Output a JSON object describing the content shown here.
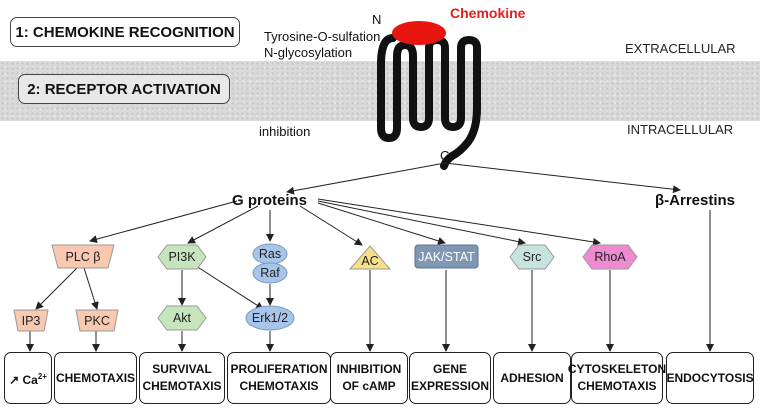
{
  "stages": {
    "recognition": "1: CHEMOKINE RECOGNITION",
    "activation": "2: RECEPTOR ACTIVATION"
  },
  "receptor": {
    "chemokine": "Chemokine",
    "n_terminus": "N",
    "c_terminus": "C",
    "modifications": [
      "Tyrosine-O-sulfation",
      "N-glycosylation"
    ],
    "inhibition": "inhibition"
  },
  "compartments": {
    "extracellular": "EXTRACELLULAR",
    "intracellular": "INTRACELLULAR"
  },
  "transducers": {
    "g_proteins": "G proteins",
    "arrestins": "β-Arrestins"
  },
  "effectors": {
    "plcb": "PLC β",
    "ip3": "IP3",
    "pkc": "PKC",
    "pi3k": "PI3K",
    "akt": "Akt",
    "ras": "Ras",
    "raf": "Raf",
    "erk": "Erk1/2",
    "ac": "AC",
    "jakstat": "JAK/STAT",
    "src": "Src",
    "rhoa": "RhoA"
  },
  "outcomes": {
    "calcium": {
      "arrow": "↗",
      "text": "Ca",
      "sup": "2+"
    },
    "chemotaxis": "CHEMOTAXIS",
    "survival": [
      "SURVIVAL",
      "CHEMOTAXIS"
    ],
    "proliferation": [
      "PROLIFERATION",
      "CHEMOTAXIS"
    ],
    "camp": [
      "INHIBITION",
      "OF cAMP"
    ],
    "gene": [
      "GENE",
      "EXPRESSION"
    ],
    "adhesion": "ADHESION",
    "cytoskeleton": [
      "CYTOSKELETON",
      "CHEMOTAXIS"
    ],
    "endocytosis": "ENDOCYTOSIS"
  },
  "colors": {
    "chemokine": "#e8150f",
    "plcb": "#f8c8b0",
    "pi3k": "#c6e5bd",
    "ras": "#a8c4e8",
    "ac": "#f8e08a",
    "jakstat": "#7f97b3",
    "src": "#c6e3e0",
    "rhoa": "#f08ad0"
  }
}
